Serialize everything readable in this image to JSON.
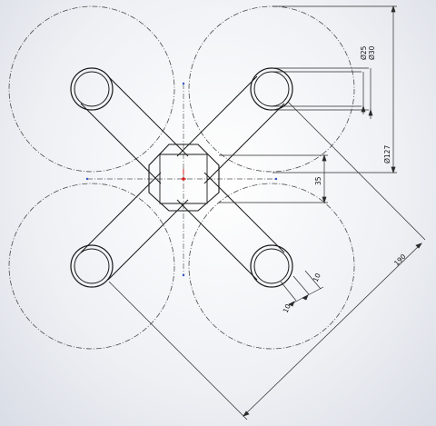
{
  "drawing": {
    "colors": {
      "geometry": "#1a1a1a",
      "construction": "#4a4a4a",
      "dimension": "#2a2a2a",
      "origin": "#d42020",
      "sketch_point": "#3050c8"
    },
    "dimensions": {
      "boss_inner_diameter": "Ø25",
      "boss_outer_diameter": "Ø30",
      "circle_diameter": "Ø127",
      "hub_height": "35",
      "arm_span": "190",
      "arm_width_a": "10",
      "arm_width_b": "10"
    }
  }
}
